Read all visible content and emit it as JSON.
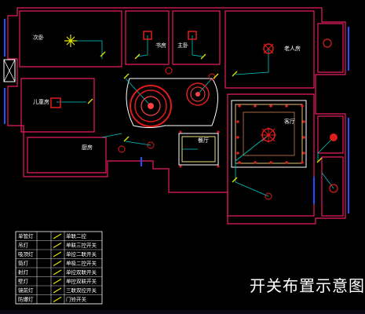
{
  "rooms": {
    "second_bedroom": "次卧",
    "study": "书房",
    "master_bedroom": "主卧",
    "elderly_room": "老人房",
    "children_room": "儿童房",
    "kitchen": "厨房",
    "dining_room": "餐厅",
    "living_room": "客厅"
  },
  "legend": {
    "items": [
      {
        "symbol": "单管灯",
        "label": "单联二控"
      },
      {
        "symbol": "吊灯",
        "label": "单联三控开关"
      },
      {
        "symbol": "吸顶灯",
        "label": "单控二联开关"
      },
      {
        "symbol": "筒灯",
        "label": "单极二控开关"
      },
      {
        "symbol": "射灯",
        "label": "单控双联开关"
      },
      {
        "symbol": "壁灯",
        "label": "单控双联开关"
      },
      {
        "symbol": "镜前灯",
        "label": "三联双控开关"
      },
      {
        "symbol": "防爆灯",
        "label": "门铃开关"
      }
    ]
  },
  "title": "开关布置示意图",
  "colors": {
    "wall": "#e81c5c",
    "switch": "#e6e600",
    "wire": "#00c8c8",
    "fixture": "#e01c1c",
    "outline": "#ffffff",
    "window": "#2050ff"
  }
}
